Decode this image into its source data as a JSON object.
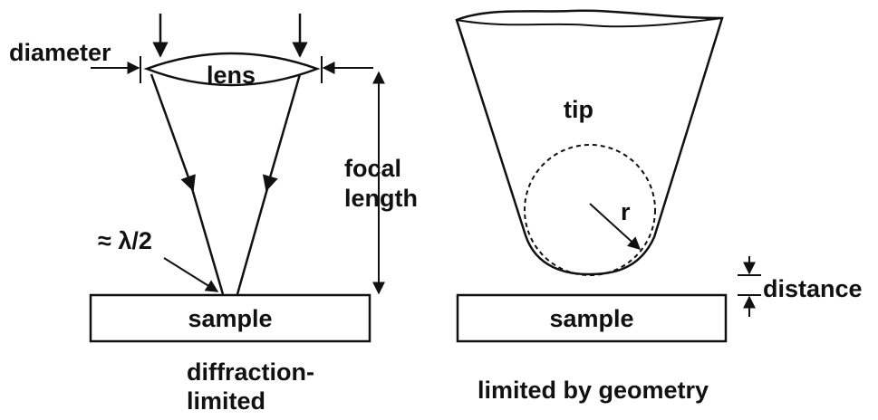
{
  "left_panel": {
    "diameter_label": "diameter",
    "lens_label": "lens",
    "focal_label_line1": "focal",
    "focal_label_line2": "length",
    "spot_label": "≈ λ/2",
    "sample_label": "sample",
    "caption_line1": "diffraction-",
    "caption_line2": "limited"
  },
  "right_panel": {
    "tip_label": "tip",
    "radius_label": "r",
    "distance_label": "distance",
    "sample_label": "sample",
    "caption": "limited by geometry"
  }
}
